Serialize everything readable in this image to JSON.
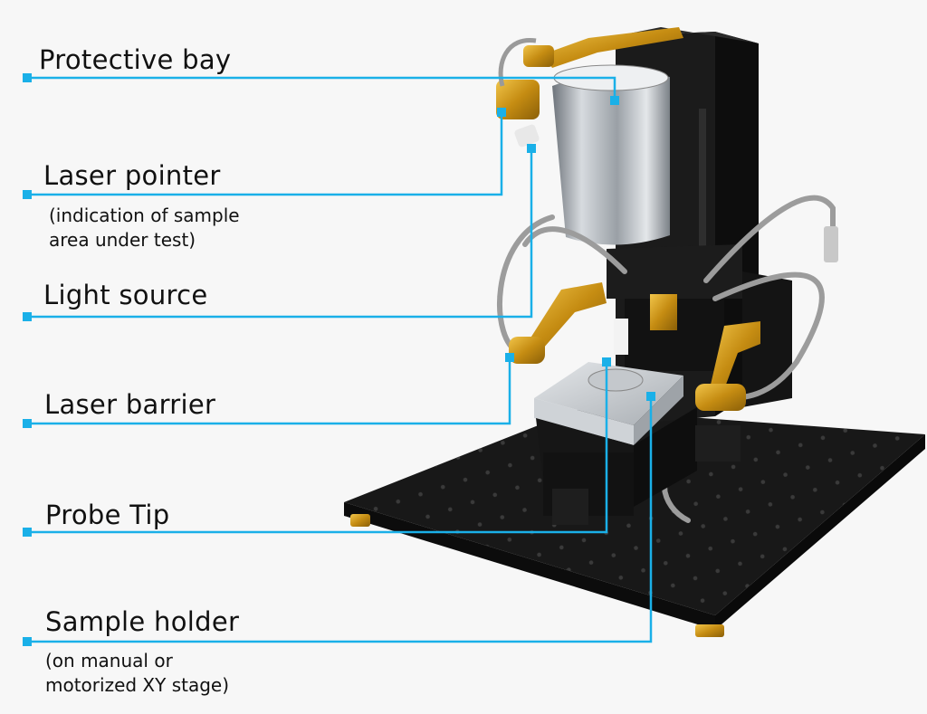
{
  "labels": {
    "protective_bay": "Protective bay",
    "laser_pointer": "Laser pointer",
    "laser_pointer_sub_1": "(indication of sample",
    "laser_pointer_sub_2": "area under test)",
    "light_source": "Light source",
    "laser_barrier": "Laser barrier",
    "probe_tip": "Probe Tip",
    "sample_holder": "Sample holder",
    "sample_holder_sub_1": "(on manual or",
    "sample_holder_sub_2": "motorized XY stage)"
  },
  "colors": {
    "leader": "#1ab0e8",
    "gold": "#d9a21b",
    "metal_dark": "#151515",
    "aluminum": "#b9bec4"
  }
}
